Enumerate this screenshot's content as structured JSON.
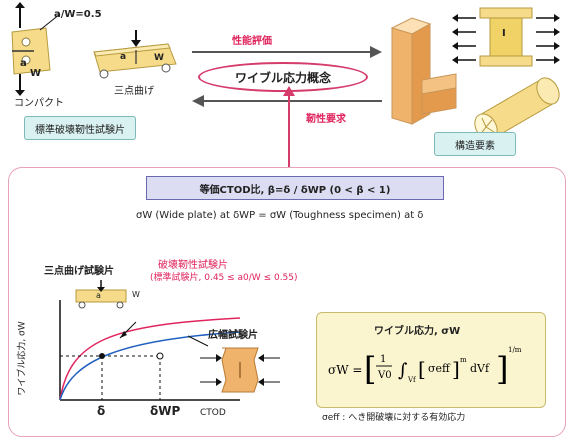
{
  "top": {
    "aw_label": "a/W=0.5",
    "a_label": "a",
    "w_label": "W",
    "compact_label": "コンパクト",
    "three_point_label": "三点曲げ",
    "std_box_label": "標準破壊靭性試験片",
    "struct_box_label": "構造要素",
    "eval_label": "性能評価",
    "concept_label": "ワイブル応力概念",
    "req_label": "靭性要求",
    "beam_I": "I"
  },
  "center": {
    "formula_box": "等価CTOD比,  β=δ / δWP   (0 < β < 1)",
    "equation_line": "σW (Wide plate) at δWP = σW (Toughness specimen) at δ"
  },
  "plot": {
    "specimen_label": "三点曲げ試験片",
    "red_line1": "破壊靭性試験片",
    "red_line2": "(標準試験片,  0.45 ≤ a0/W ≤ 0.55)",
    "wide_label": "広幅試験片",
    "y_axis": "ワイブル応力, σW",
    "x_delta": "δ",
    "x_delta_wp": "δWP",
    "x_axis": "CTOD",
    "spec_a": "a",
    "spec_w": "W"
  },
  "weibull": {
    "title": "ワイブル応力,  σW",
    "footnote": "σeff  : へき開破壊に対する有効応力"
  },
  "colors": {
    "red_curve": "#e0245e",
    "blue_curve": "#1f5fbf",
    "panel_border": "#e7a2bd",
    "orange": "#f0b36b"
  }
}
